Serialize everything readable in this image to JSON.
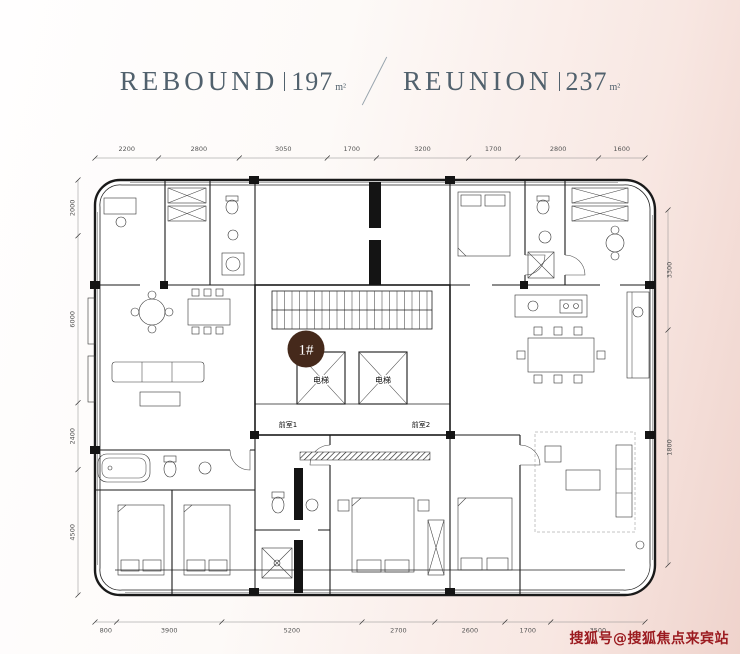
{
  "header": {
    "left": {
      "title": "REBOUND",
      "area": "197",
      "unit": "m²"
    },
    "right": {
      "title": "REUNION",
      "area": "237",
      "unit": "m²"
    }
  },
  "floorplan": {
    "badge": "1#",
    "labels": {
      "elevator1": "电梯",
      "elevator2": "电梯",
      "vestibule1": "前室1",
      "vestibule2": "前室2"
    },
    "dimensions": {
      "top": [
        "2200",
        "2800",
        "3050",
        "1700",
        "3200",
        "1700",
        "2800",
        "1600"
      ],
      "left": [
        "2000",
        "6000",
        "2400",
        "4500"
      ],
      "right": [
        "3300",
        "1800"
      ],
      "bottom": [
        "800",
        "3900",
        "5200",
        "2700",
        "2600",
        "1700",
        "3500"
      ]
    }
  },
  "watermark": {
    "text": "搜狐号@搜狐焦点来宾站"
  }
}
